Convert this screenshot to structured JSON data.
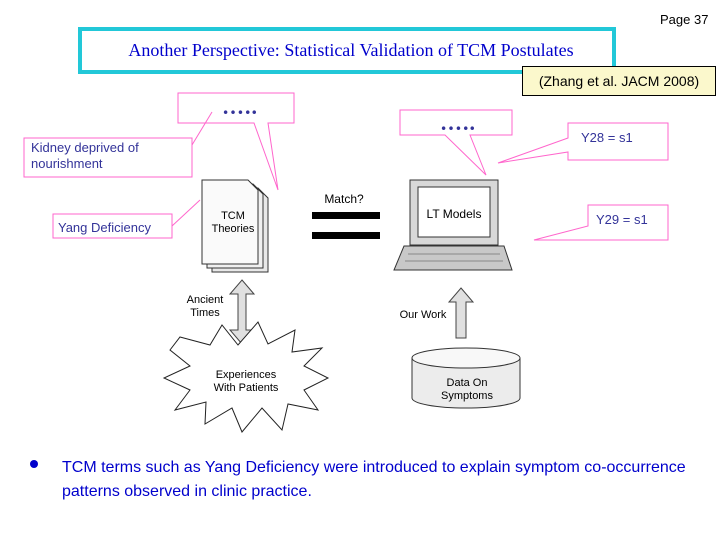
{
  "page": {
    "label": "Page 37"
  },
  "title": "Another Perspective: Statistical Validation of TCM Postulates",
  "citation": "(Zhang et al. JACM 2008)",
  "callouts": {
    "dots_left": "…..",
    "dots_center": "…..",
    "kidney": "Kidney deprived of nourishment",
    "yang": "Yang Deficiency",
    "y28": "Y28 = s1",
    "y29": "Y29 = s1"
  },
  "diagram": {
    "tcm_theories": "TCM Theories",
    "match": "Match?",
    "lt_models": "LT Models",
    "ancient_times": "Ancient Times",
    "our_work": "Our Work",
    "experiences": "Experiences With Patients",
    "data": "Data On Symptoms"
  },
  "bullet": "TCM terms such as Yang Deficiency were introduced to explain symptom co-occurrence patterns observed in clinic practice.",
  "colors": {
    "title": "#0000cc",
    "border": "#22c8d8",
    "callout_border": "#ff66cc",
    "citation_bg": "#fbf8cc",
    "callout_text": "#333399"
  }
}
